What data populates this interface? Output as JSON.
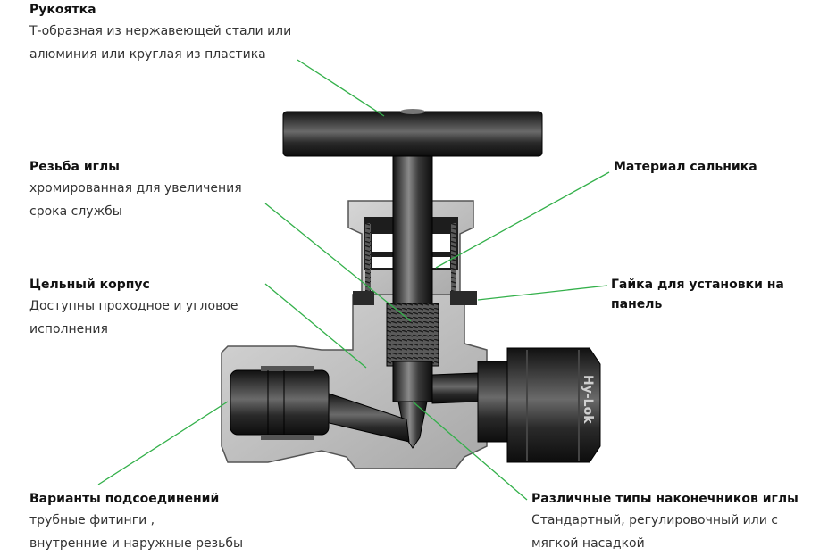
{
  "colors": {
    "leader": "#33b04a",
    "metal_dark": "#1a1a1a",
    "body_grey": "#bdbdbd"
  },
  "logo_text": "Hy-Lok",
  "labels": {
    "handle": {
      "title": "Рукоятка",
      "desc": [
        "Т-образная из нержавеющей стали или",
        "алюминия или круглая из пластика"
      ]
    },
    "thread": {
      "title": "Резьба иглы",
      "desc": [
        "хромированная для увеличения",
        "срока службы"
      ]
    },
    "body": {
      "title": "Цельный корпус",
      "desc": [
        "Доступны проходное и угловое",
        "исполнения"
      ]
    },
    "connections": {
      "title": "Варианты подсоединений",
      "desc": [
        "трубные фитинги ,",
        "внутренние и наружные резьбы"
      ]
    },
    "packing": {
      "title": "Материал сальника",
      "desc": []
    },
    "panel_nut": {
      "title": [
        "Гайка для установки на",
        "панель"
      ],
      "desc": []
    },
    "tips": {
      "title": "Различные типы наконечников иглы",
      "desc": [
        "Стандартный, регулировочный или с",
        "мягкой насадкой"
      ]
    }
  }
}
